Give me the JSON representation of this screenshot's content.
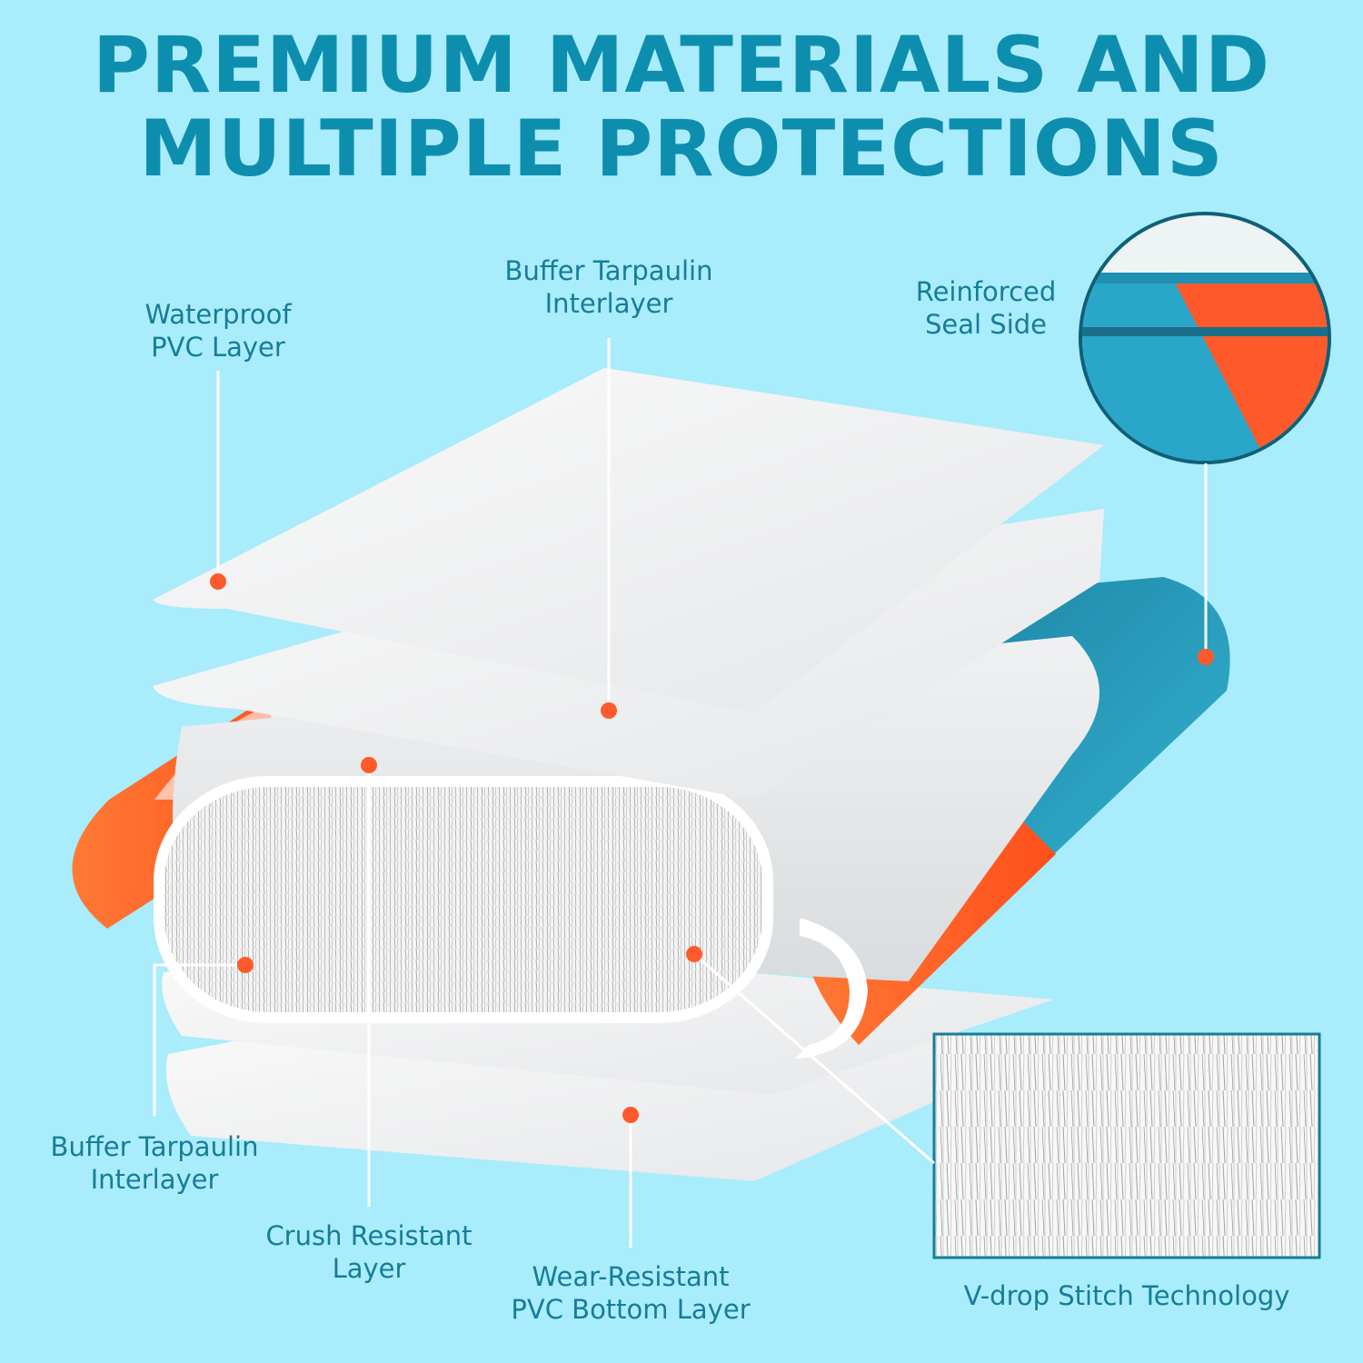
{
  "colors": {
    "background": "#a9ecfb",
    "title_text": "#0e8eae",
    "label_text": "#177d97",
    "dot": "#ff5a2c",
    "orange": "#ff6a2a",
    "teal": "#2a9fbf",
    "sheet": "#ffffff"
  },
  "title": {
    "line1": "PREMIUM MATERIALS AND",
    "line2": "MULTIPLE PROTECTIONS"
  },
  "labels": {
    "waterproof": {
      "line1": "Waterproof",
      "line2": "PVC Layer"
    },
    "buffer_top": {
      "line1": "Buffer Tarpaulin",
      "line2": "Interlayer"
    },
    "reinforced": {
      "line1": "Reinforced",
      "line2": "Seal Side"
    },
    "buffer_bottom": {
      "line1": "Buffer Tarpaulin",
      "line2": "Interlayer"
    },
    "crush": {
      "line1": "Crush Resistant",
      "line2": "Layer"
    },
    "wear": {
      "line1": "Wear-Resistant",
      "line2": "PVC Bottom Layer"
    },
    "vdrop": {
      "line1": "V-drop Stitch Technology"
    }
  }
}
